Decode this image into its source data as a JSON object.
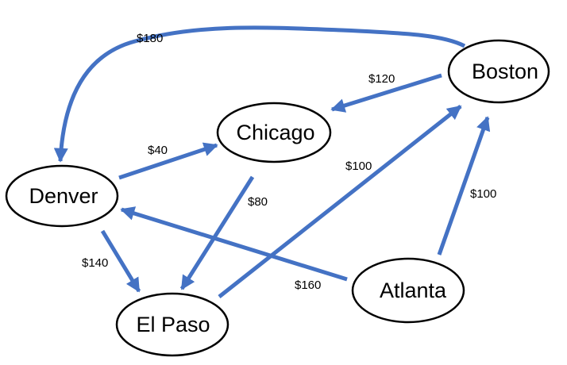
{
  "colors": {
    "edge": "#4472c4",
    "node_stroke": "#000000",
    "background": "#ffffff"
  },
  "nodes": {
    "boston": {
      "label": "Boston"
    },
    "chicago": {
      "label": "Chicago"
    },
    "denver": {
      "label": "Denver"
    },
    "el_paso": {
      "label": "El Paso"
    },
    "atlanta": {
      "label": "Atlanta"
    }
  },
  "edges": [
    {
      "from": "Boston",
      "to": "Denver",
      "cost": "$180"
    },
    {
      "from": "Boston",
      "to": "Chicago",
      "cost": "$120"
    },
    {
      "from": "Denver",
      "to": "Chicago",
      "cost": "$40"
    },
    {
      "from": "Chicago",
      "to": "El Paso",
      "cost": "$80"
    },
    {
      "from": "El Paso",
      "to": "Boston",
      "cost": "$100"
    },
    {
      "from": "Atlanta",
      "to": "Boston",
      "cost": "$100"
    },
    {
      "from": "Denver",
      "to": "El Paso",
      "cost": "$140"
    },
    {
      "from": "Atlanta",
      "to": "Denver",
      "cost": "$160"
    }
  ]
}
